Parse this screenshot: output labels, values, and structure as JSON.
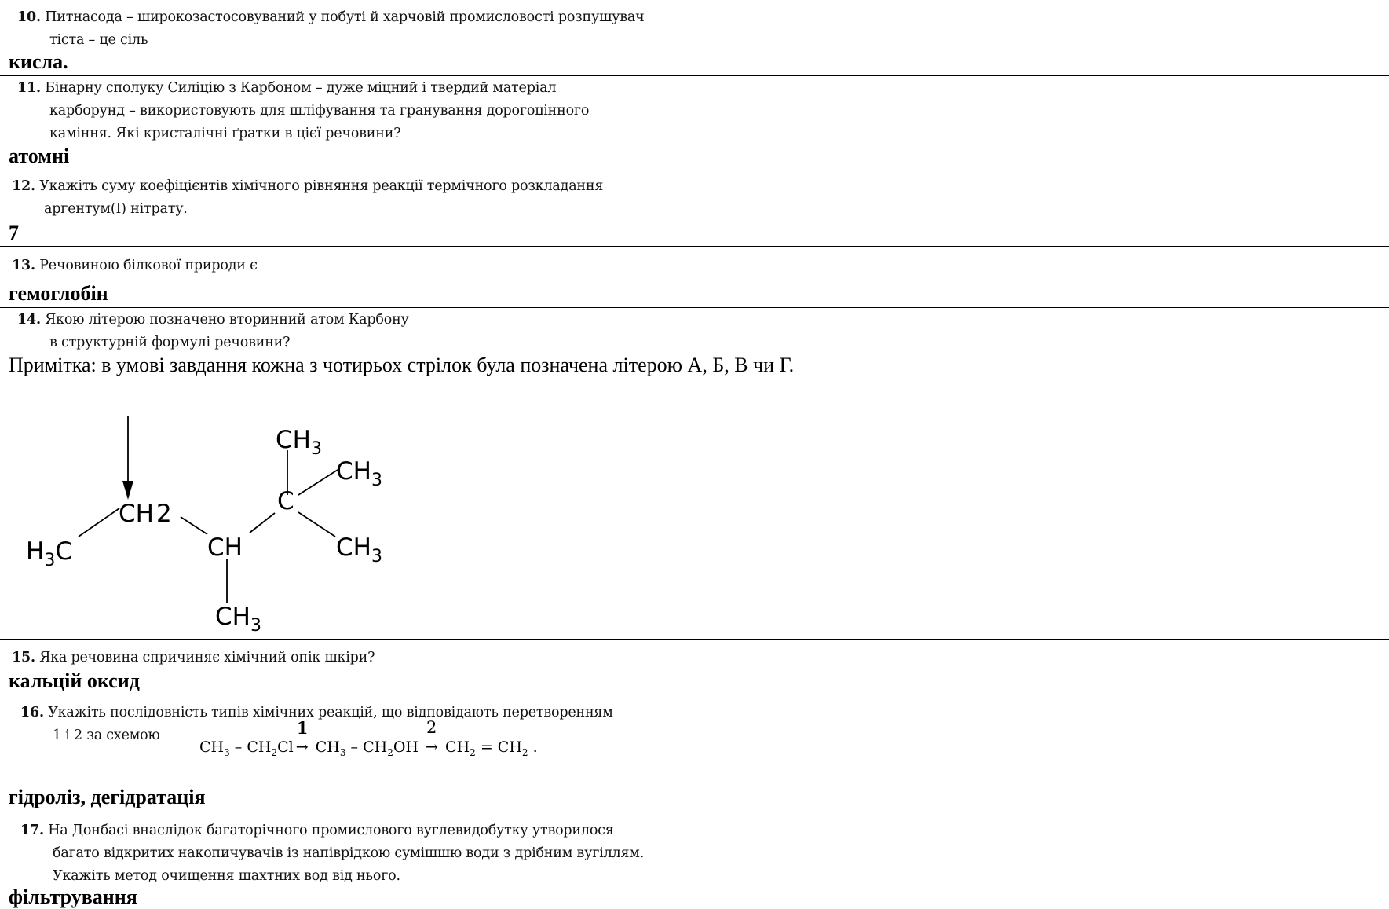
{
  "questions": [
    {
      "num": "10.",
      "lines": [
        "Питнасода – широкозастосовуваний у побуті й харчовій промисловості розпушувач",
        "тіста – це сіль"
      ],
      "answer": "кисла."
    },
    {
      "num": "11.",
      "lines": [
        "Бінарну сполуку Силіцію з Карбоном – дуже міцний і твердий матеріал",
        "карборунд – використовують для шліфування та гранування дорогоцінного",
        "каміння. Які кристалічні ґратки в цієї речовини?"
      ],
      "answer": "атомні"
    },
    {
      "num": "12.",
      "lines": [
        "Укажіть суму коефіцієнтів хімічного рівняння реакції термічного розкладання",
        "аргентум(I) нітрату."
      ],
      "answer": "7"
    },
    {
      "num": "13.",
      "lines": [
        "Речовиною білкової природи є"
      ],
      "answer": "гемоглобін"
    },
    {
      "num": "14.",
      "lines": [
        "Якою літерою позначено вторинний атом Карбону",
        "в структурній формулі речовини?"
      ],
      "note": "Примітка: в умові завдання кожна з чотирьох стрілок була позначена літерою А, Б, В чи Г."
    },
    {
      "num": "15.",
      "lines": [
        "Яка речовина спричиняє хімічний опік шкіри?"
      ],
      "answer": "кальцій оксид"
    },
    {
      "num": "16.",
      "lines": [
        "Укажіть послідовність типів хімічних реакцій, що відповідають перетворенням",
        "1 і 2 за схемою"
      ],
      "answer": "гідроліз, дегідратація"
    },
    {
      "num": "17.",
      "lines": [
        "На Донбасі внаслідок багаторічного промислового вуглевидобутку утворилося",
        "багато відкритих накопичувачів із напіврідкою сумішшю води з дрібним вугіллям.",
        "Укажіть метод очищення шахтних вод від нього."
      ],
      "answer": "фільтрування"
    }
  ],
  "formula": {
    "ch3_top": "CH",
    "ch3_r1": "CH",
    "ch3_r2": "CH",
    "ch3_bot": "CH",
    "h3c": "H",
    "h3c_c": "C",
    "ch2": "CH",
    "ch": "CH",
    "c": "C",
    "sub3": "3",
    "sub2": "2"
  },
  "scheme": {
    "p1": "CH",
    "s1": "3",
    "p2": " – CH",
    "s2": "2",
    "p3": "Cl",
    "arrow1": "1",
    "p4": " CH",
    "s4": "3",
    "p5": " – CH",
    "s5": "2",
    "p6": "OH ",
    "arrow2": "2",
    "p7": " CH",
    "s7": "2",
    "p8": " = CH",
    "s8": "2",
    "p9": " ."
  }
}
